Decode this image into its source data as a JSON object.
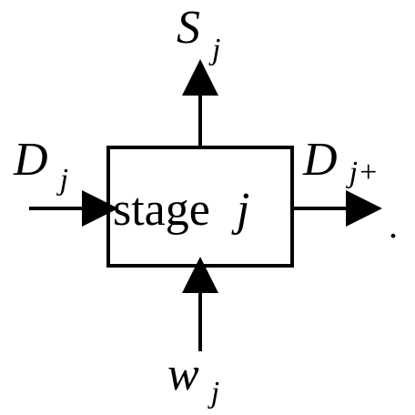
{
  "diagram": {
    "stage_word": "stage",
    "stage_index": "j",
    "output_top": {
      "base": "S",
      "sub": "j"
    },
    "input_left": {
      "base": "D",
      "sub": "j"
    },
    "output_right": {
      "base": "D",
      "sub": "j+"
    },
    "input_bottom": {
      "base": "w",
      "sub": "j"
    },
    "trailing_mark": "."
  },
  "colors": {
    "stroke": "#000000",
    "background": "#ffffff"
  }
}
